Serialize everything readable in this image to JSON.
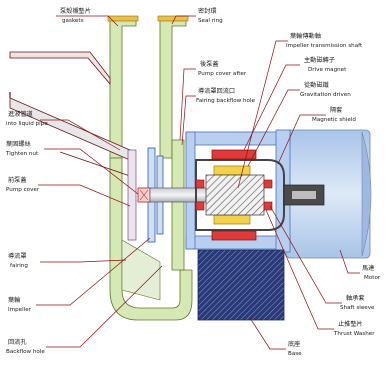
{
  "labels": {
    "gaskets": {
      "zh": "泵殼襯墊片",
      "en": "gaskets"
    },
    "seal_ring": {
      "zh": "密封環",
      "en": "Seal ring"
    },
    "pump_cover_after": {
      "zh": "後泵蓋",
      "en": "Pump cover after"
    },
    "fairing_backflow_hole": {
      "zh": "導流罩回流口",
      "en": "Fairing backflow hole"
    },
    "impeller_transmission_shaft": {
      "zh": "葉輪傳動軸",
      "en": "Impeller transmission shaft"
    },
    "drive_magnet": {
      "zh": "主動磁轉子",
      "en": "Drive magnet"
    },
    "gravitation_driven": {
      "zh": "從動磁鐵",
      "en": "Gravitation driven"
    },
    "magnetic_shield": {
      "zh": "隔套",
      "en": "Magnetic shield"
    },
    "into_liquid_pipe": {
      "zh": "進液管道",
      "en": "into liquid pipe"
    },
    "tighten_nut": {
      "zh": "葉固螺絲",
      "en": "Tighten nut"
    },
    "pump_cover": {
      "zh": "前泵蓋",
      "en": "Pump cover"
    },
    "fairing": {
      "zh": "導流罩",
      "en": "fairing"
    },
    "impeller": {
      "zh": "葉輪",
      "en": "Impeller"
    },
    "backflow_hole": {
      "zh": "回流孔",
      "en": "Backflow hole"
    },
    "motor": {
      "zh": "馬達",
      "en": "Motor"
    },
    "shaft_sleeve": {
      "zh": "軸承套",
      "en": "Shaft sleeve"
    },
    "thrust_washer": {
      "zh": "止推墊片",
      "en": "Thrust Washer"
    },
    "base": {
      "zh": "底座",
      "en": "Base"
    }
  }
}
